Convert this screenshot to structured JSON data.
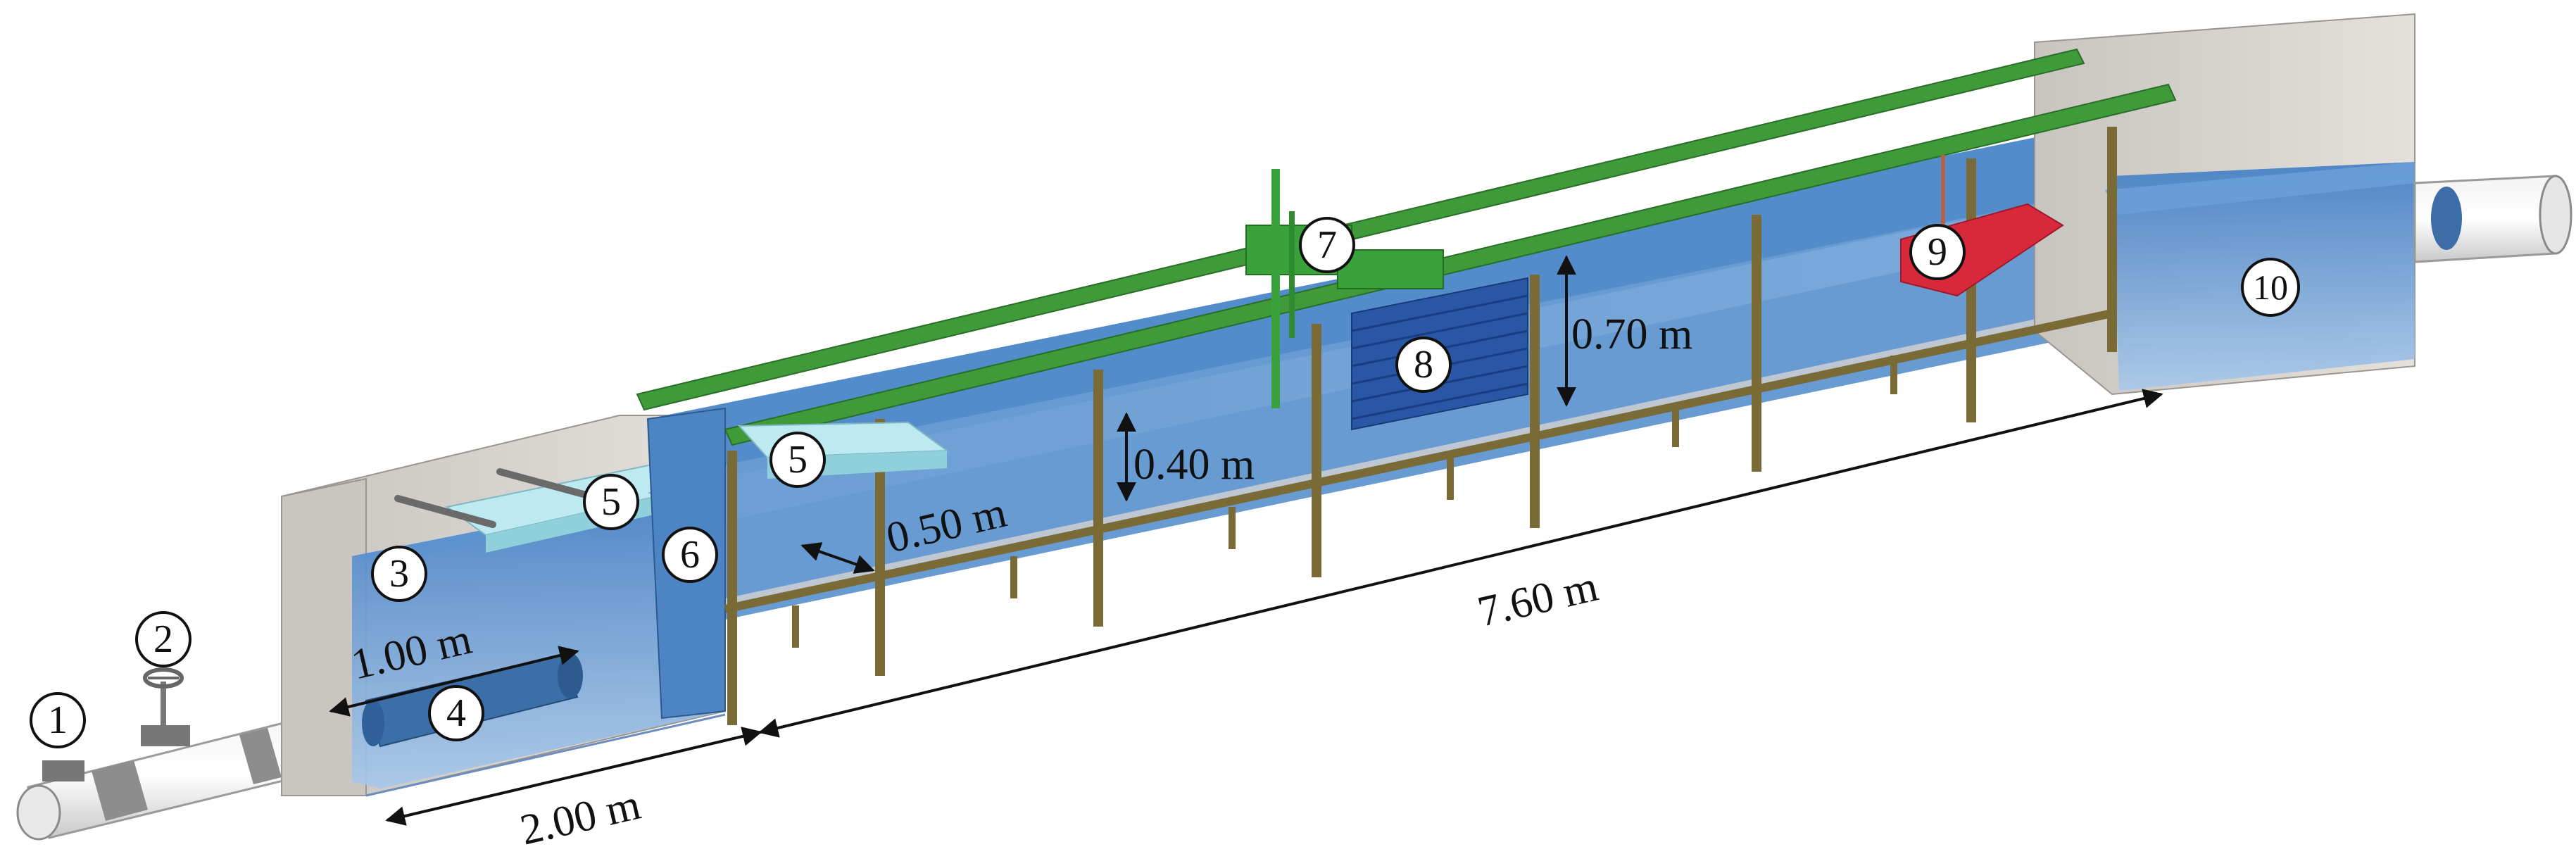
{
  "callouts": [
    "1",
    "2",
    "3",
    "4",
    "5",
    "5",
    "6",
    "7",
    "8",
    "9",
    "10"
  ],
  "dimensions": {
    "inlet_width": "1.00 m",
    "inlet_length": "2.00 m",
    "channel_length": "7.60 m",
    "channel_width": "0.50 m",
    "water_depth": "0.40 m",
    "channel_height": "0.70 m"
  },
  "colors": {
    "water": "#4a86c8",
    "water_light": "#8fb6e0",
    "wall": "#d8d4cf",
    "rail": "#3f9a3a",
    "frame": "#7a6a35",
    "carriage": "#3aa23a",
    "model": "#d8283c",
    "pipe": "#e6e6e6",
    "foam": "#a6e0e8"
  }
}
